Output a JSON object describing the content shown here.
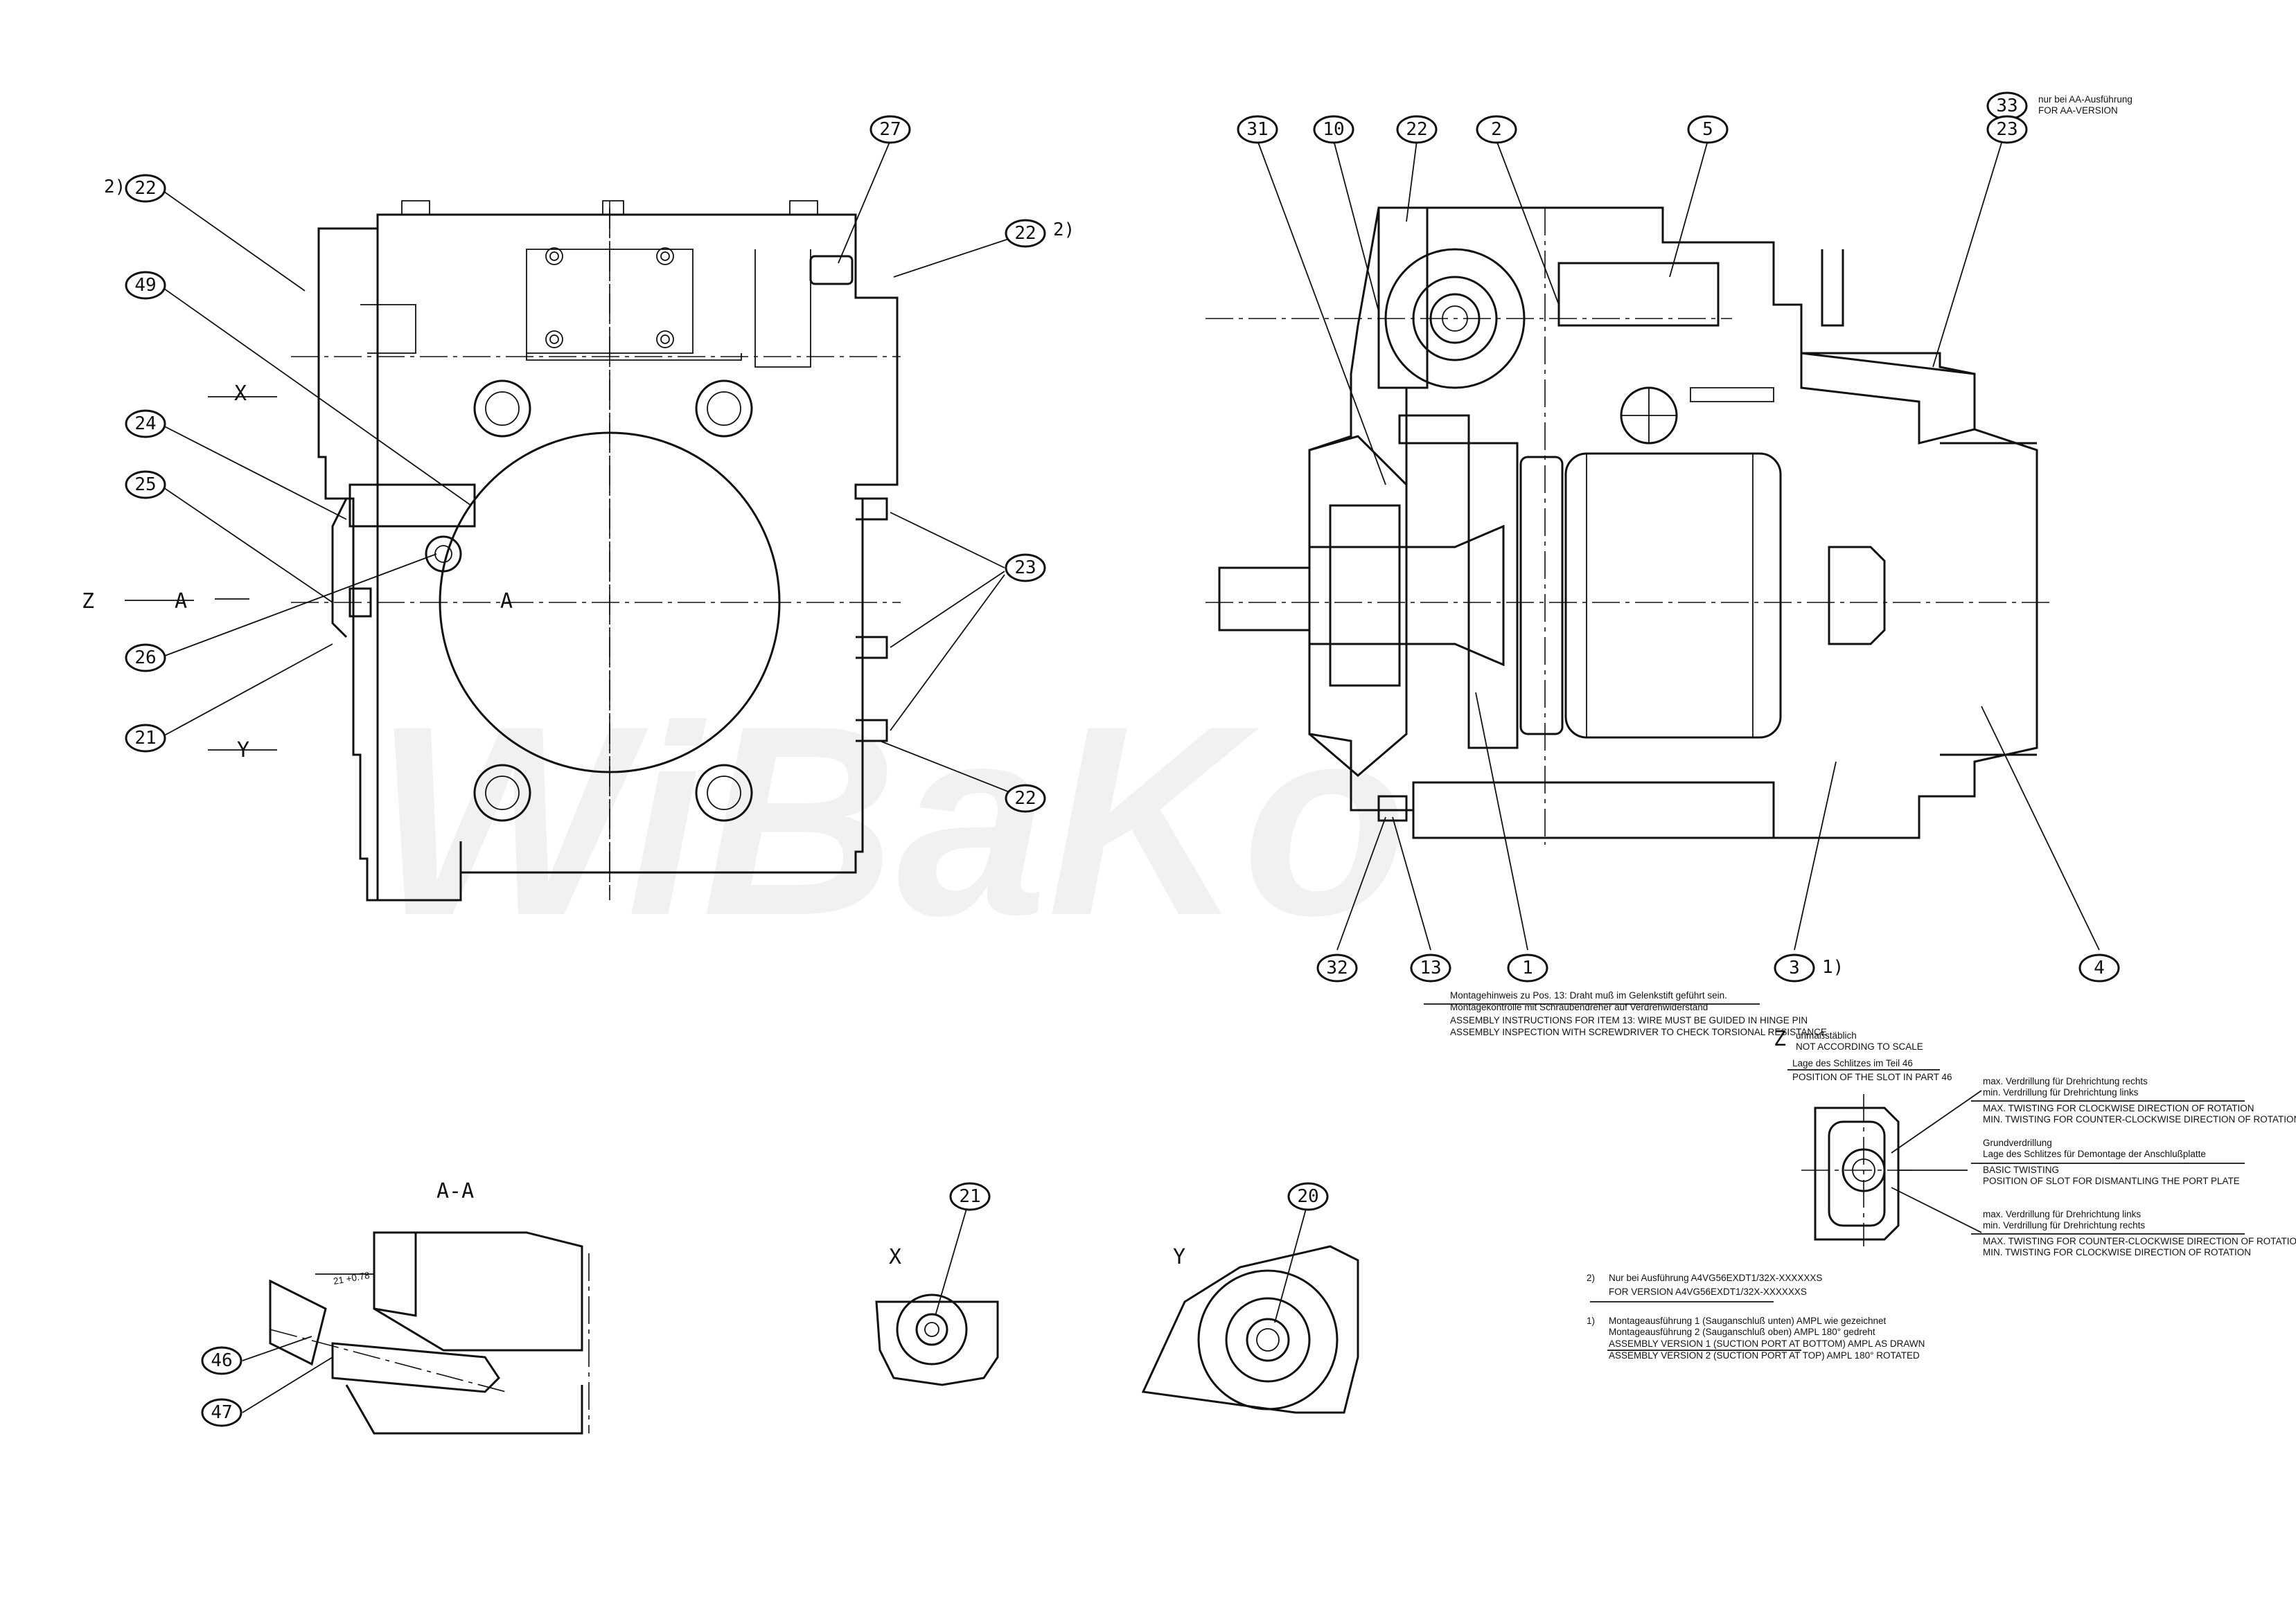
{
  "watermark": "WiBaKo",
  "balloons": {
    "b22_tl": "22",
    "b49": "49",
    "b24": "24",
    "b25": "25",
    "b26": "26",
    "b21_l": "21",
    "b27": "27",
    "b22_tr": "22",
    "b23_l": "23",
    "b22_br": "22",
    "b31": "31",
    "b10": "10",
    "b22_m": "22",
    "b2": "2",
    "b5": "5",
    "b33": "33",
    "b23_r": "23",
    "b32": "32",
    "b13": "13",
    "b1": "1",
    "b3": "3",
    "b4": "4",
    "b46": "46",
    "b47": "47",
    "b21_x": "21",
    "b20": "20"
  },
  "superscripts": {
    "s22_tl": "2)",
    "s22_tr": "2)",
    "s3": "1)"
  },
  "view_labels": {
    "x_arrow": "X",
    "a_left": "A",
    "a_right": "A",
    "z_arrow": "Z",
    "y_arrow": "Y",
    "section_aa": "A-A",
    "detail_x": "X",
    "detail_y": "Y",
    "detail_z": "Z",
    "dim_21": "21 +0.78"
  },
  "notes": {
    "aa_version_de": "nur bei AA-Ausführung",
    "aa_version_en": "FOR AA-VERSION",
    "assembly_note_de1": "Montagehinweis zu Pos. 13: Draht muß im Gelenkstift geführt sein.",
    "assembly_note_de2": "Montagekontrolle mit Schraubendreher auf Verdrehwiderstand",
    "assembly_note_en1": "ASSEMBLY INSTRUCTIONS FOR ITEM 13: WIRE MUST BE GUIDED IN HINGE PIN",
    "assembly_note_en2": "ASSEMBLY INSPECTION WITH SCREWDRIVER TO CHECK TORSIONAL RESISTANCE",
    "z_scale_de": "unmaßstäblich",
    "z_scale_en": "NOT ACCORDING TO SCALE",
    "slot_de": "Lage des Schlitzes im Teil 46",
    "slot_en": "POSITION OF THE SLOT IN PART 46",
    "max_cw_de1": "max. Verdrillung für Drehrichtung rechts",
    "max_cw_de2": "min. Verdrillung für Drehrichtung links",
    "max_cw_en1": "MAX. TWISTING FOR CLOCKWISE DIRECTION OF ROTATION",
    "max_cw_en2": "MIN. TWISTING FOR COUNTER-CLOCKWISE DIRECTION OF ROTATION",
    "basic_de1": "Grundverdrillung",
    "basic_de2": "Lage des Schlitzes für Demontage der Anschlußplatte",
    "basic_en1": "BASIC TWISTING",
    "basic_en2": "POSITION OF SLOT FOR DISMANTLING THE PORT PLATE",
    "max_ccw_de1": "max. Verdrillung für Drehrichtung links",
    "max_ccw_de2": "min. Verdrillung für Drehrichtung rechts",
    "max_ccw_en1": "MAX. TWISTING FOR COUNTER-CLOCKWISE DIRECTION OF ROTATION",
    "max_ccw_en2": "MIN. TWISTING FOR CLOCKWISE DIRECTION OF ROTATION",
    "fn2_mark": "2)",
    "fn2_de": "Nur bei Ausführung A4VG56EXDT1/32X-XXXXXXS",
    "fn2_en": "FOR VERSION A4VG56EXDT1/32X-XXXXXXS",
    "fn1_mark": "1)",
    "fn1_de1": "Montageausführung 1 (Sauganschluß unten) AMPL wie gezeichnet",
    "fn1_de2": "Montageausführung 2 (Sauganschluß oben) AMPL 180° gedreht",
    "fn1_en1": "ASSEMBLY VERSION 1 (SUCTION PORT AT BOTTOM) AMPL AS DRAWN",
    "fn1_en2": "ASSEMBLY VERSION 2 (SUCTION PORT AT TOP) AMPL 180° ROTATED"
  }
}
